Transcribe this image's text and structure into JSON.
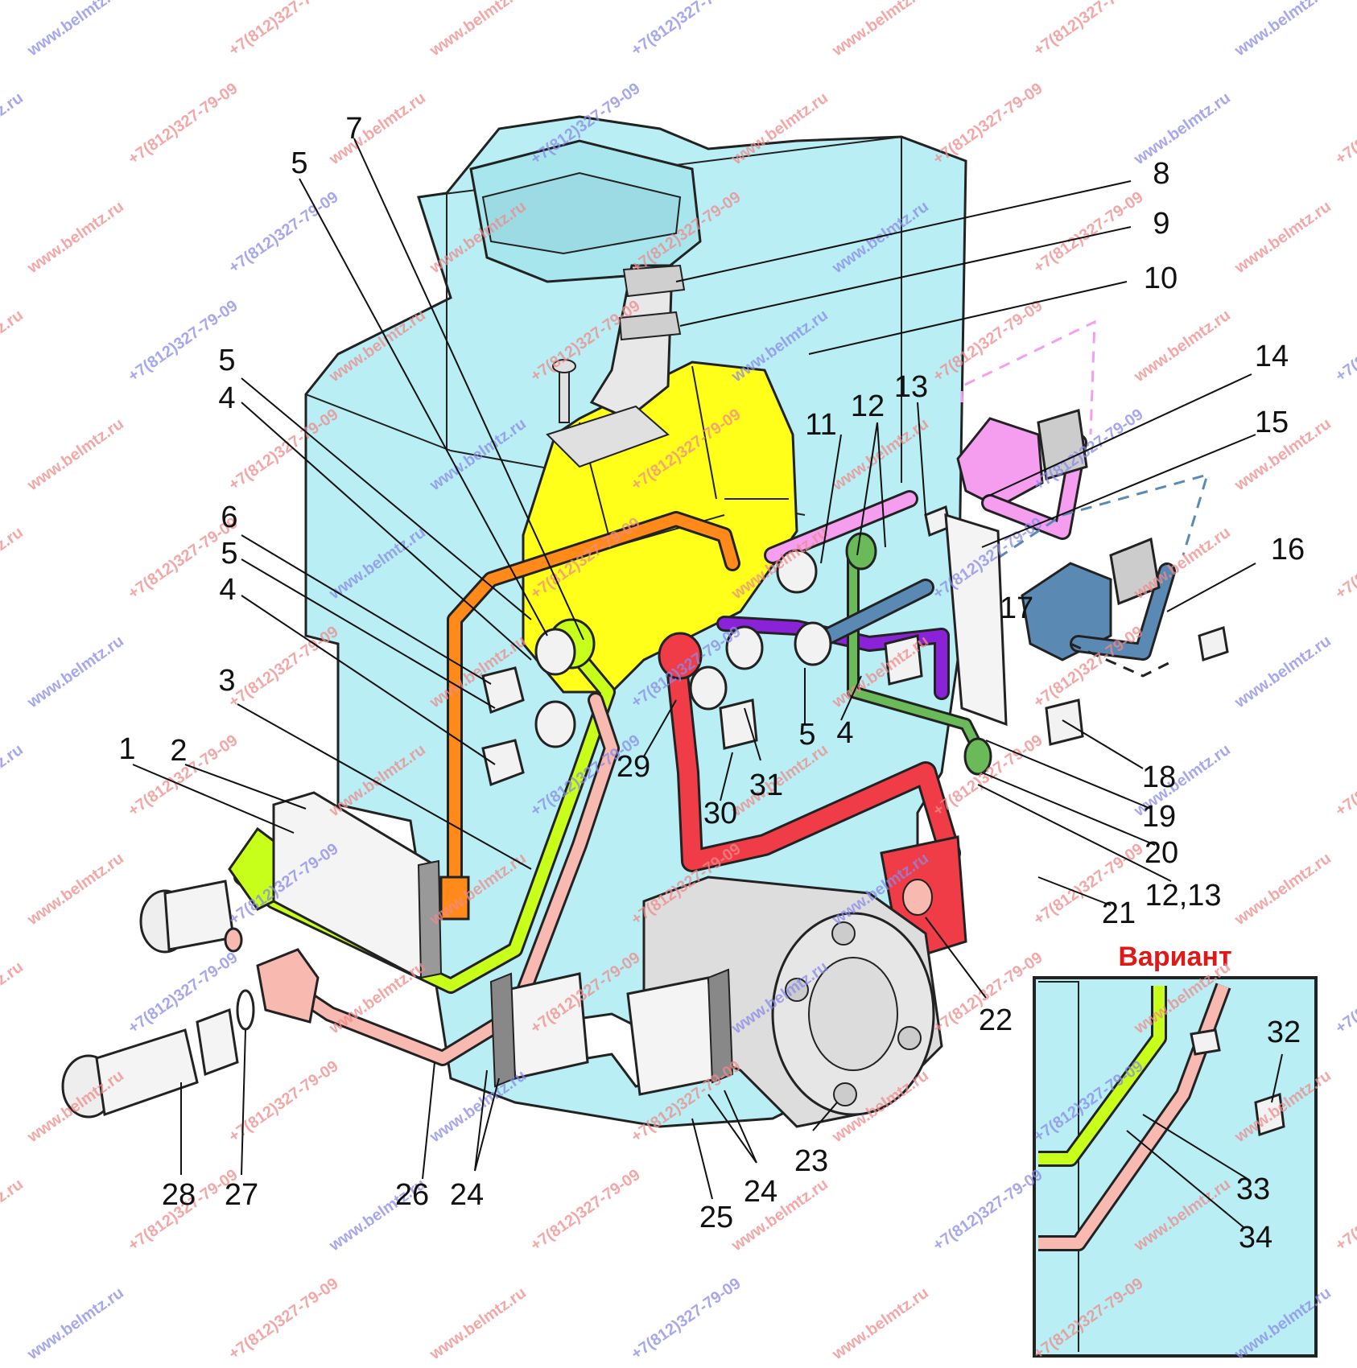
{
  "variant_title": "Вариант",
  "colors": {
    "housing": "#b9eef4",
    "yellow_block": "#ffff1a",
    "orange_pipe": "#ff8a1a",
    "lime_pipe": "#c8ff1a",
    "pink_pipe": "#f7b9b0",
    "red_pipe": "#f03c46",
    "purple_pipe": "#8a22d8",
    "green_fitting": "#6aba5a",
    "magenta_hose": "#f59ef0",
    "steel_blue_hose": "#5a8ab4",
    "pump_gray": "#dddddd",
    "variant_title": "#e01818"
  },
  "watermarks": {
    "site": "www.belmtz.ru",
    "phone": "+7(812)327-79-09"
  },
  "callouts": {
    "c1": "1",
    "c2": "2",
    "c3": "3",
    "c4a": "4",
    "c4b": "4",
    "c4c": "4",
    "c5a": "5",
    "c5b": "5",
    "c5c": "5",
    "c5d": "5",
    "c6": "6",
    "c7": "7",
    "c8": "8",
    "c9": "9",
    "c10": "10",
    "c11": "11",
    "c12": "12",
    "c13": "13",
    "c14": "14",
    "c15": "15",
    "c16": "16",
    "c17": "17",
    "c18": "18",
    "c19": "19",
    "c20": "20",
    "c21": "21",
    "c1213": "12,13",
    "c22": "22",
    "c23": "23",
    "c24a": "24",
    "c24b": "24",
    "c25": "25",
    "c26": "26",
    "c27": "27",
    "c28": "28",
    "c29": "29",
    "c30": "30",
    "c31": "31",
    "c32": "32",
    "c33": "33",
    "c34": "34"
  }
}
